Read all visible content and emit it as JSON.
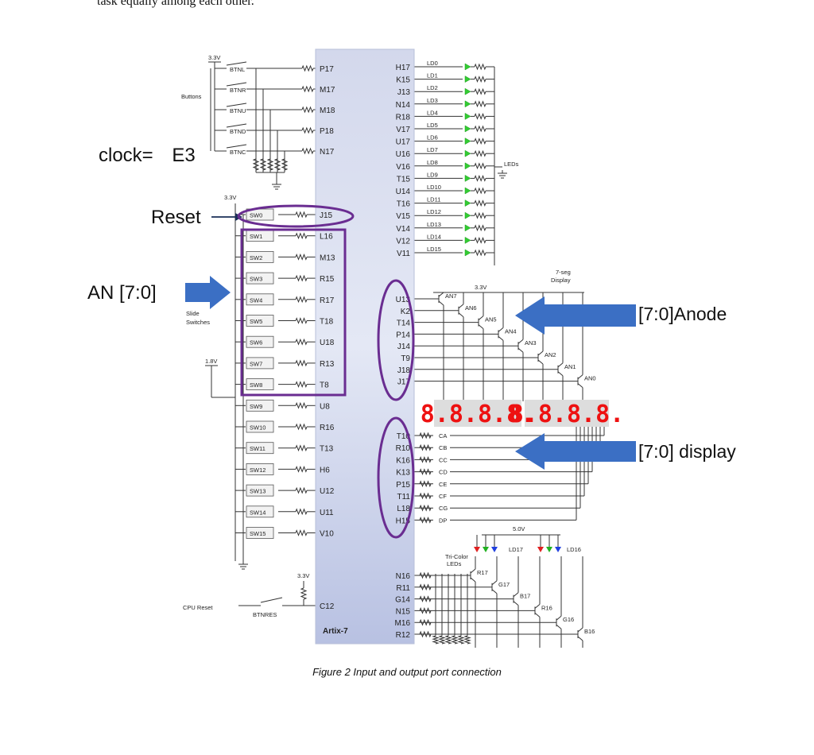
{
  "document": {
    "top_text": "task equally among each other.",
    "caption": "Figure 2 Input and output port connection"
  },
  "annotations": {
    "clock_prefix": "clock= ",
    "clock_value": "E3",
    "reset": "Reset",
    "an": "AN [7:0]",
    "anode": "[7:0]Anode",
    "display": "[7:0] display",
    "clock_color": "#e53935",
    "arrow_color": "#3b6fc4",
    "outline_color": "#6a2d91"
  },
  "schematic": {
    "v33": "3.3V",
    "v18": "1.8V",
    "v50": "5.0V",
    "buttons_label": "Buttons",
    "switches_label_1": "Slide",
    "switches_label_2": "Switches",
    "leds_label": "LEDs",
    "seg_label_1": "7-seg",
    "seg_label_2": "Display",
    "tricolor_label_1": "Tri-Color",
    "tricolor_label_2": "LEDs",
    "cpu_reset_label": "CPU Reset",
    "btnres": "BTNRES",
    "c12": "C12",
    "chip": "Artix-7",
    "seven_seg_text": "8.8.8.8.",
    "buttons": [
      {
        "name": "BTNL",
        "pin": "P17"
      },
      {
        "name": "BTNR",
        "pin": "M17"
      },
      {
        "name": "BTNU",
        "pin": "M18"
      },
      {
        "name": "BTND",
        "pin": "P18"
      },
      {
        "name": "BTNC",
        "pin": "N17"
      }
    ],
    "switches": [
      {
        "name": "SW0",
        "pin": "J15"
      },
      {
        "name": "SW1",
        "pin": "L16"
      },
      {
        "name": "SW2",
        "pin": "M13"
      },
      {
        "name": "SW3",
        "pin": "R15"
      },
      {
        "name": "SW4",
        "pin": "R17"
      },
      {
        "name": "SW5",
        "pin": "T18"
      },
      {
        "name": "SW6",
        "pin": "U18"
      },
      {
        "name": "SW7",
        "pin": "R13"
      },
      {
        "name": "SW8",
        "pin": "T8"
      },
      {
        "name": "SW9",
        "pin": "U8"
      },
      {
        "name": "SW10",
        "pin": "R16"
      },
      {
        "name": "SW11",
        "pin": "T13"
      },
      {
        "name": "SW12",
        "pin": "H6"
      },
      {
        "name": "SW13",
        "pin": "U12"
      },
      {
        "name": "SW14",
        "pin": "U11"
      },
      {
        "name": "SW15",
        "pin": "V10"
      }
    ],
    "led_pins": [
      "H17",
      "K15",
      "J13",
      "N14",
      "R18",
      "V17",
      "U17",
      "U16",
      "V16",
      "T15",
      "U14",
      "T16",
      "V15",
      "V14",
      "V12",
      "V11"
    ],
    "led_names": [
      "LD0",
      "LD1",
      "LD2",
      "LD3",
      "LD4",
      "LD5",
      "LD6",
      "LD7",
      "LD8",
      "LD9",
      "LD10",
      "LD11",
      "LD12",
      "LD13",
      "LD14",
      "LD15"
    ],
    "anode_pins": [
      "U13",
      "K2",
      "T14",
      "P14",
      "J14",
      "T9",
      "J18",
      "J17"
    ],
    "anode_names": [
      "AN7",
      "AN6",
      "AN5",
      "AN4",
      "AN3",
      "AN2",
      "AN1",
      "AN0"
    ],
    "cathode_pins": [
      "T10",
      "R10",
      "K16",
      "K13",
      "P15",
      "T11",
      "L18",
      "H15"
    ],
    "cathode_names": [
      "CA",
      "CB",
      "CC",
      "CD",
      "CE",
      "CF",
      "CG",
      "DP"
    ],
    "rgb_pins": [
      "N16",
      "R11",
      "G14",
      "N15",
      "M16",
      "R12"
    ],
    "rgb_names": [
      "R17",
      "G17",
      "B17",
      "R16",
      "G16",
      "B16"
    ],
    "ld17": "LD17",
    "ld16": "LD16"
  }
}
